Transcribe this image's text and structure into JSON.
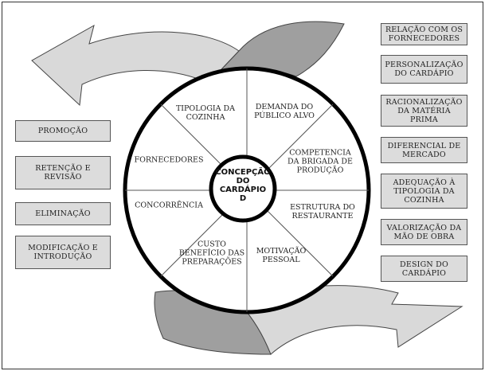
{
  "center": {
    "label": "CONCEPÇÃO\nDO\nCARDÁPIO\nD"
  },
  "segments": [
    {
      "id": "tipologia",
      "label": "TIPOLOGIA DA\nCOZINHA"
    },
    {
      "id": "demanda",
      "label": "DEMANDA DO\nPÚBLICO ALVO"
    },
    {
      "id": "competencia",
      "label": "COMPETENCIA\nDA BRIGADA DE\nPRODUÇÃO"
    },
    {
      "id": "estrutura",
      "label": "ESTRUTURA DO\nRESTAURANTE"
    },
    {
      "id": "motivacao",
      "label": "MOTIVAÇÃO\nPESSOAL"
    },
    {
      "id": "custo",
      "label": "CUSTO\nBENEFÍCIO DAS\nPREPARAÇÕES"
    },
    {
      "id": "concorrencia",
      "label": "CONCORRÊNCIA"
    },
    {
      "id": "fornecedores",
      "label": "FORNECEDORES"
    }
  ],
  "left_boxes": [
    {
      "label": "PROMOÇÃO"
    },
    {
      "label": "RETENÇÃO E\nREVISÃO"
    },
    {
      "label": "ELIMINAÇÃO"
    },
    {
      "label": "MODIFICAÇÃO E\nINTRODUÇÃO"
    }
  ],
  "right_boxes": [
    {
      "label": "RELAÇÃO COM OS\nFORNECEDORES"
    },
    {
      "label": "PERSONALIZAÇÃO\nDO CARDÁPIO"
    },
    {
      "label": "RACIONALIZAÇÃO\nDA MATÉRIA\nPRIMA"
    },
    {
      "label": "DIFERENCIAL DE\nMERCADO"
    },
    {
      "label": "ADEQUAÇÃO À\nTIPOLOGIA DA\nCOZINHA"
    },
    {
      "label": "VALORIZAÇÃO DA\nMÃO DE OBRA"
    },
    {
      "label": "DESIGN DO\nCARDÁPIO"
    }
  ],
  "colors": {
    "box_fill": "#dcdcdc",
    "arrow_fill": "#b5b5b5",
    "ring": "#000000"
  }
}
